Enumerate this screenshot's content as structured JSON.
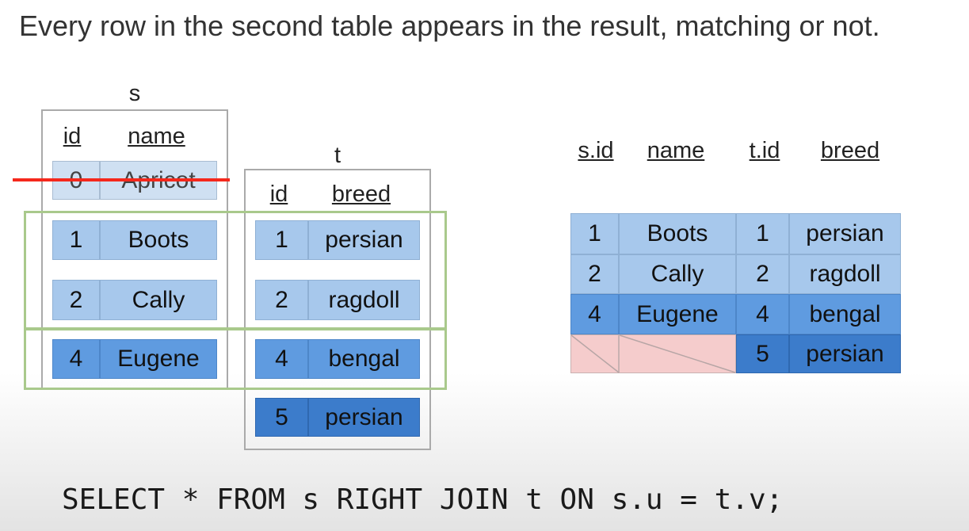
{
  "heading": "Every row in the second table appears in the result, matching or not.",
  "table_s": {
    "label": "s",
    "headers": [
      "id",
      "name"
    ],
    "rows": [
      {
        "id": "0",
        "name": "Apricot",
        "struck": true
      },
      {
        "id": "1",
        "name": "Boots"
      },
      {
        "id": "2",
        "name": "Cally"
      },
      {
        "id": "4",
        "name": "Eugene"
      }
    ]
  },
  "table_t": {
    "label": "t",
    "headers": [
      "id",
      "breed"
    ],
    "rows": [
      {
        "id": "1",
        "breed": "persian"
      },
      {
        "id": "2",
        "breed": "ragdoll"
      },
      {
        "id": "4",
        "breed": "bengal"
      },
      {
        "id": "5",
        "breed": "persian"
      }
    ]
  },
  "result": {
    "headers": [
      "s.id",
      "name",
      "t.id",
      "breed"
    ],
    "rows": [
      [
        "1",
        "Boots",
        "1",
        "persian"
      ],
      [
        "2",
        "Cally",
        "2",
        "ragdoll"
      ],
      [
        "4",
        "Eugene",
        "4",
        "bengal"
      ],
      [
        "",
        "",
        "5",
        "persian"
      ]
    ]
  },
  "sql": "SELECT * FROM s RIGHT JOIN t ON s.u = t.v;",
  "colors": {
    "strike": "#f5281c",
    "match_box": "#a9c98c",
    "null_cell": "#f5cccc",
    "row_light": "#cfe0f2",
    "row_mid": "#a7c8ec",
    "row_medium": "#5f9be0",
    "row_dark": "#3c7ccb"
  }
}
